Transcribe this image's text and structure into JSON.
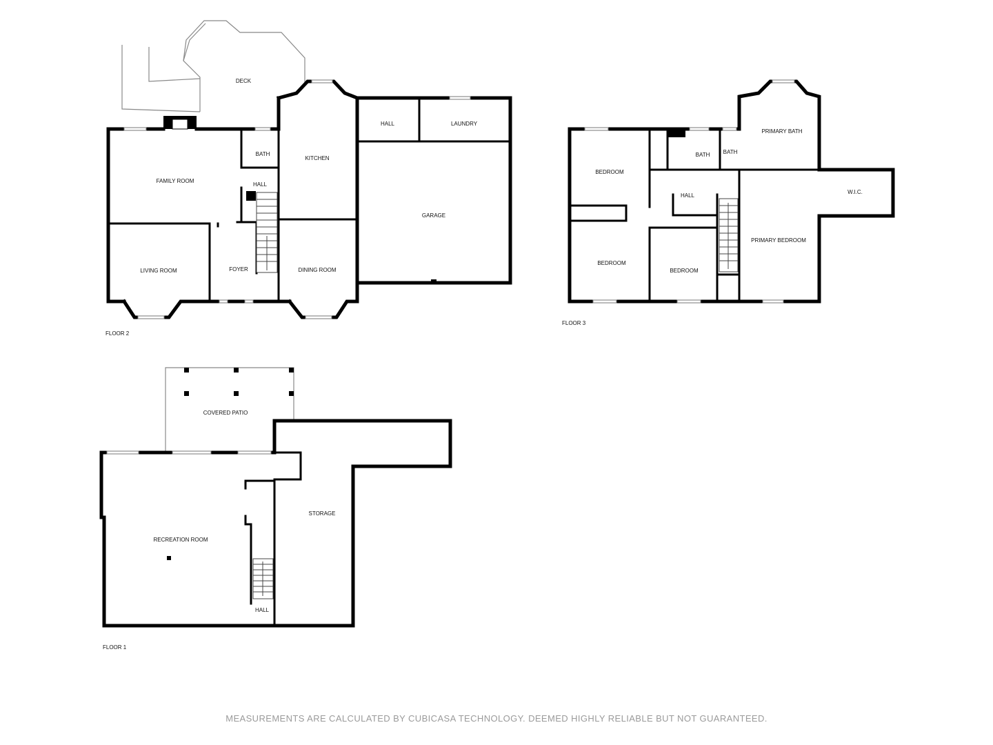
{
  "floors": {
    "floor2": {
      "title": "FLOOR 2",
      "rooms": {
        "deck": "DECK",
        "family_room": "FAMILY ROOM",
        "bath": "BATH",
        "hall": "HALL",
        "kitchen": "KITCHEN",
        "hall_upper": "HALL",
        "laundry": "LAUNDRY",
        "garage": "GARAGE",
        "living_room": "LIVING ROOM",
        "foyer": "FOYER",
        "dining_room": "DINING ROOM"
      }
    },
    "floor3": {
      "title": "FLOOR 3",
      "rooms": {
        "bedroom_nw": "BEDROOM",
        "bath": "BATH",
        "bath_small": "BATH",
        "primary_bath": "PRIMARY BATH",
        "wic": "W.I.C.",
        "hall": "HALL",
        "primary_bedroom": "PRIMARY BEDROOM",
        "bedroom_sw": "BEDROOM",
        "bedroom_s": "BEDROOM"
      }
    },
    "floor1": {
      "title": "FLOOR 1",
      "rooms": {
        "covered_patio": "COVERED PATIO",
        "recreation_room": "RECREATION ROOM",
        "storage": "STORAGE",
        "hall": "HALL"
      }
    }
  },
  "disclaimer": "MEASUREMENTS ARE CALCULATED BY CUBICASA TECHNOLOGY. DEEMED HIGHLY RELIABLE BUT NOT GUARANTEED."
}
